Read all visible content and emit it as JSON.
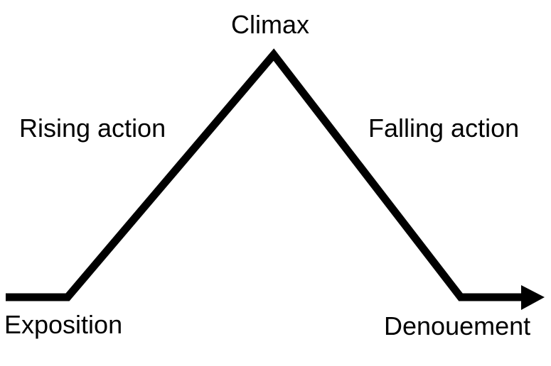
{
  "diagram": {
    "labels": {
      "climax": "Climax",
      "rising_action": "Rising action",
      "falling_action": "Falling action",
      "exposition": "Exposition",
      "denouement": "Denouement"
    },
    "line_color": "#000000",
    "background_color": "#ffffff"
  }
}
